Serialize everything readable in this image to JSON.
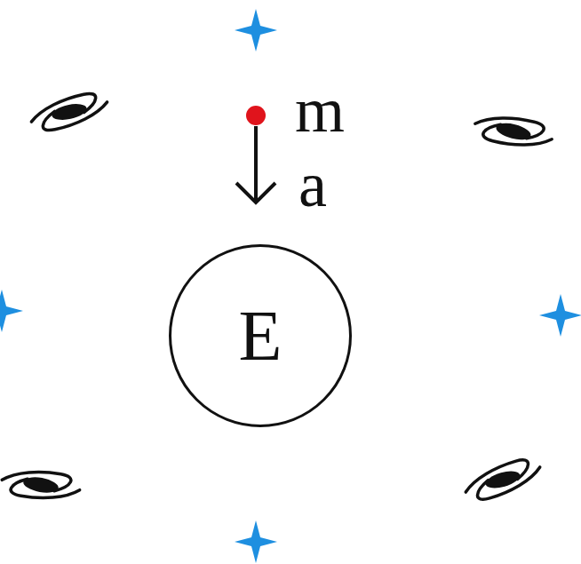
{
  "diagram": {
    "nodes": [
      {
        "text": [
          "E"
        ]
      }
    ],
    "labels": [
      "m",
      "a"
    ]
  }
}
